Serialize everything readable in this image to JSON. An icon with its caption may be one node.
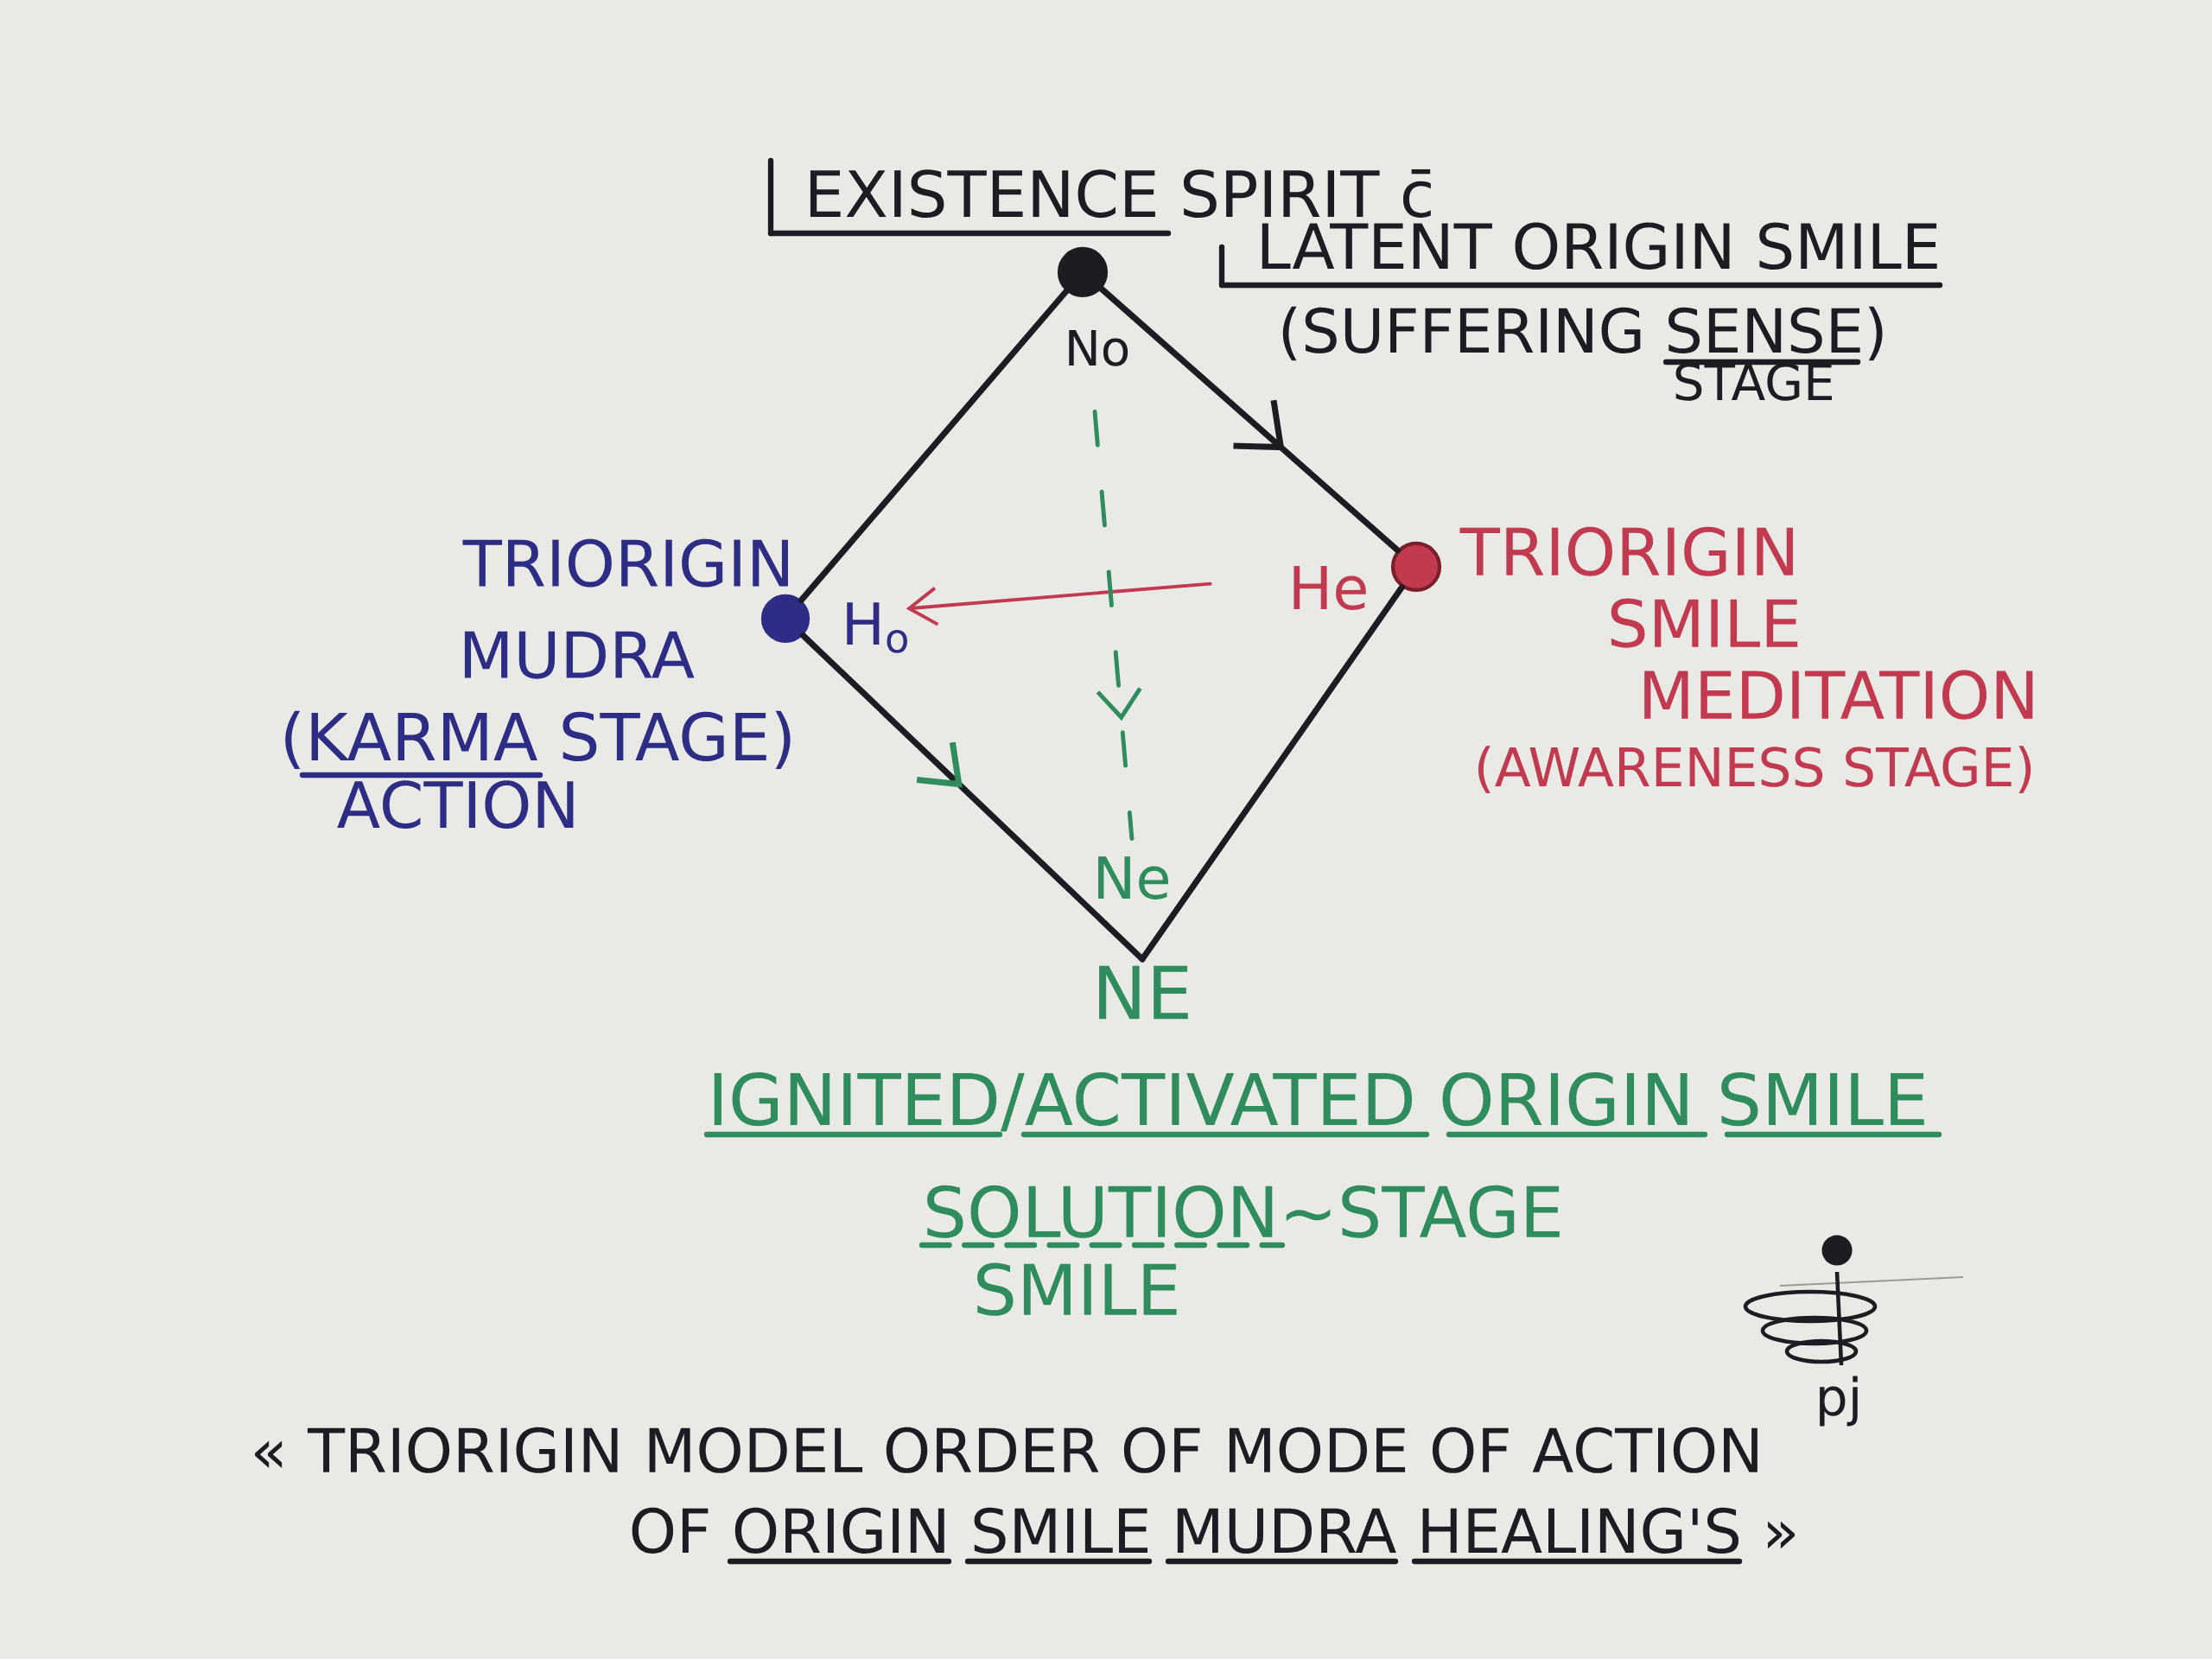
{
  "diagram": {
    "caption": "« TRIORIGIN MODEL ORDER OF MODE OF ACTION OF ORIGIN SMILE MUDRA HEALING'S »",
    "nodes": [
      {
        "text": [],
        "shape": "circle",
        "beside": [
          "No",
          "EXISTENCE SPIRIT c̄",
          "LATENT ORIGIN SMILE",
          "(SUFFERING SENSE)",
          "STAGE"
        ]
      },
      {
        "text": [],
        "shape": "circle",
        "beside": [
          "H$_{o}$",
          "TRIORIGIN MUDRA",
          "(KARMA STAGE)",
          "ACTION"
        ]
      },
      {
        "text": [],
        "shape": "circle",
        "beside": [
          "He",
          "TRIORIGIN SMILE MEDITATION",
          "(AWARENESS STAGE)"
        ]
      },
      {
        "text": [
          "NE"
        ],
        "beside": [
          "Ne",
          "IGNITED/ACTIVATED ORIGIN SMILE",
          "SOLUTION~STAGE SMILE"
        ]
      }
    ],
    "edges": [
      {
        "from": 0,
        "to": 2,
        "arrow": "to"
      },
      {
        "from": 0,
        "to": 1,
        "arrow": "none"
      },
      {
        "from": 2,
        "to": 3,
        "arrow": "none"
      },
      {
        "from": 1,
        "to": 3,
        "arrow": "to"
      },
      {
        "from": 2,
        "to": 1,
        "arrow": "to",
        "color": "#c23a50"
      },
      {
        "from": 0,
        "to": 3,
        "arrow": "to",
        "style": "dashed",
        "color": "#2f8c5c"
      }
    ],
    "labels": [
      "pj"
    ]
  }
}
